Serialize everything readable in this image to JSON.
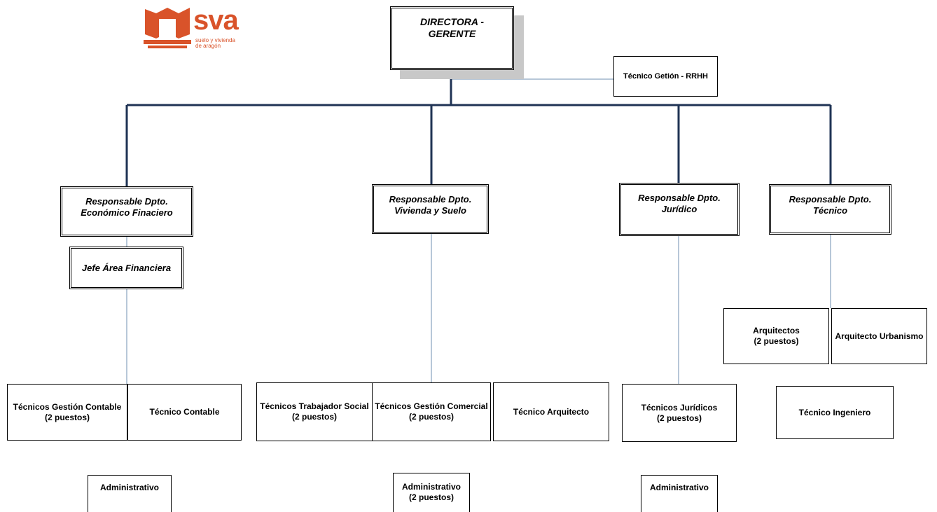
{
  "logo": {
    "name": "sva",
    "tagline_line1": "suelo y vivienda",
    "tagline_line2": "de aragón",
    "color": "#d9532a"
  },
  "colors": {
    "main_connector": "#1f3354",
    "thin_connector": "#6f8fb0"
  },
  "director": {
    "line1": "DIRECTORA -",
    "line2": "GERENTE"
  },
  "staff_rrhh": {
    "label": "Técnico Getión - RRHH"
  },
  "departments": [
    {
      "head_line1": "Responsable Dpto.",
      "head_line2": "Económico Finaciero",
      "sub_head": "Jefe Área Financiera",
      "units": [
        {
          "line1": "Técnicos  Gestión Contable",
          "line2": "(2 puestos)"
        },
        {
          "line1": "Técnico Contable",
          "line2": ""
        }
      ],
      "admin": {
        "line1": "Administrativo",
        "line2": ""
      }
    },
    {
      "head_line1": "Responsable Dpto.",
      "head_line2": "Vivienda y Suelo",
      "units": [
        {
          "line1": "Técnicos Trabajador Social",
          "line2": "(2 puestos)"
        },
        {
          "line1": "Técnicos Gestión Comercial",
          "line2": "(2 puestos)"
        },
        {
          "line1": "Técnico Arquitecto",
          "line2": ""
        }
      ],
      "admin": {
        "line1": "Administrativo",
        "line2": "(2 puestos)"
      }
    },
    {
      "head_line1": "Responsable Dpto.",
      "head_line2": "Jurídico",
      "units": [
        {
          "line1": "Técnicos Jurídicos",
          "line2": "(2 puestos)"
        }
      ],
      "admin": {
        "line1": "Administrativo",
        "line2": ""
      }
    },
    {
      "head_line1": "Responsable Dpto.",
      "head_line2": "Técnico",
      "units": [
        {
          "line1": "Arquitectos",
          "line2": "(2 puestos)"
        },
        {
          "line1": "Arquitecto Urbanismo",
          "line2": ""
        },
        {
          "line1": "Técnico Ingeniero",
          "line2": ""
        }
      ]
    }
  ]
}
